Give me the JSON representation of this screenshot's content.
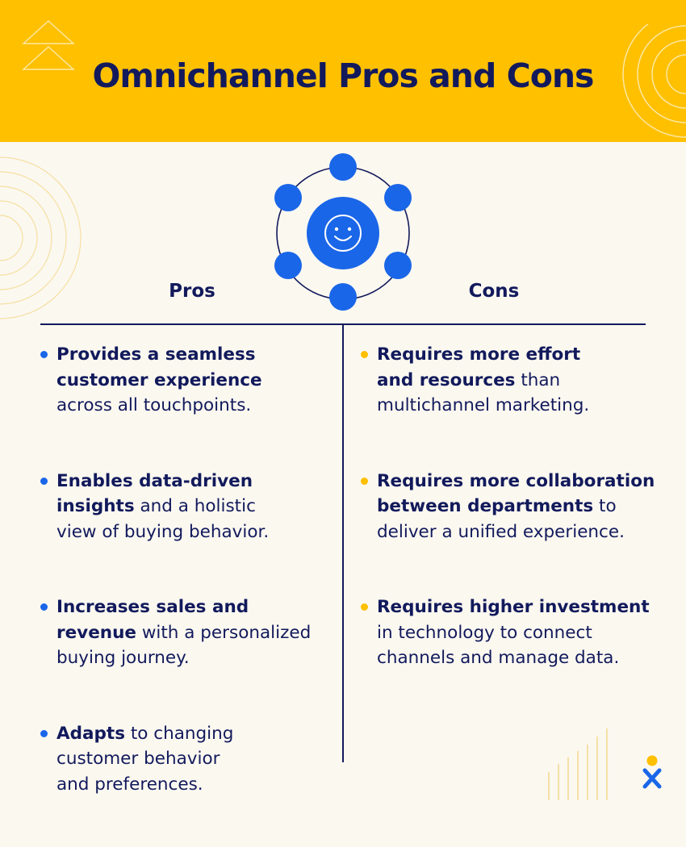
{
  "header": {
    "title": "Omnichannel Pros and Cons"
  },
  "pros": {
    "heading": "Pros",
    "items": [
      {
        "lines": [
          [
            {
              "b": "Provides a seamless"
            }
          ],
          [
            {
              "b": "customer experience"
            }
          ],
          [
            {
              "t": "across all touchpoints."
            }
          ]
        ]
      },
      {
        "lines": [
          [
            {
              "b": "Enables data-driven"
            }
          ],
          [
            {
              "b": "insights"
            },
            {
              "t": " and a holistic"
            }
          ],
          [
            {
              "t": "view of buying behavior."
            }
          ]
        ]
      },
      {
        "lines": [
          [
            {
              "b": "Increases sales and"
            }
          ],
          [
            {
              "b": "revenue"
            },
            {
              "t": " with a personalized"
            }
          ],
          [
            {
              "t": "buying journey."
            }
          ]
        ]
      },
      {
        "lines": [
          [
            {
              "b": "Adapts"
            },
            {
              "t": " to changing"
            }
          ],
          [
            {
              "t": "customer behavior"
            }
          ],
          [
            {
              "t": "and preferences."
            }
          ]
        ]
      }
    ]
  },
  "cons": {
    "heading": "Cons",
    "items": [
      {
        "lines": [
          [
            {
              "b": "Requires more effort"
            }
          ],
          [
            {
              "b": "and resources"
            },
            {
              "t": " than"
            }
          ],
          [
            {
              "t": "multichannel marketing."
            }
          ]
        ]
      },
      {
        "lines": [
          [
            {
              "b": "Requires more collaboration"
            }
          ],
          [
            {
              "b": "between departments"
            },
            {
              "t": " to"
            }
          ],
          [
            {
              "t": "deliver a unified experience."
            }
          ]
        ]
      },
      {
        "lines": [
          [
            {
              "b": "Requires higher investment"
            }
          ],
          [
            {
              "t": "in technology to connect"
            }
          ],
          [
            {
              "t": "channels and manage data."
            }
          ]
        ]
      }
    ]
  },
  "colors": {
    "banner": "#ffc000",
    "navy": "#121a5c",
    "blue": "#1a66e8",
    "background": "#fbf8f0"
  },
  "icons": {
    "hub": "customer-hub-icon",
    "center": "smiley-face-icon",
    "logo": "brand-logo-icon"
  }
}
